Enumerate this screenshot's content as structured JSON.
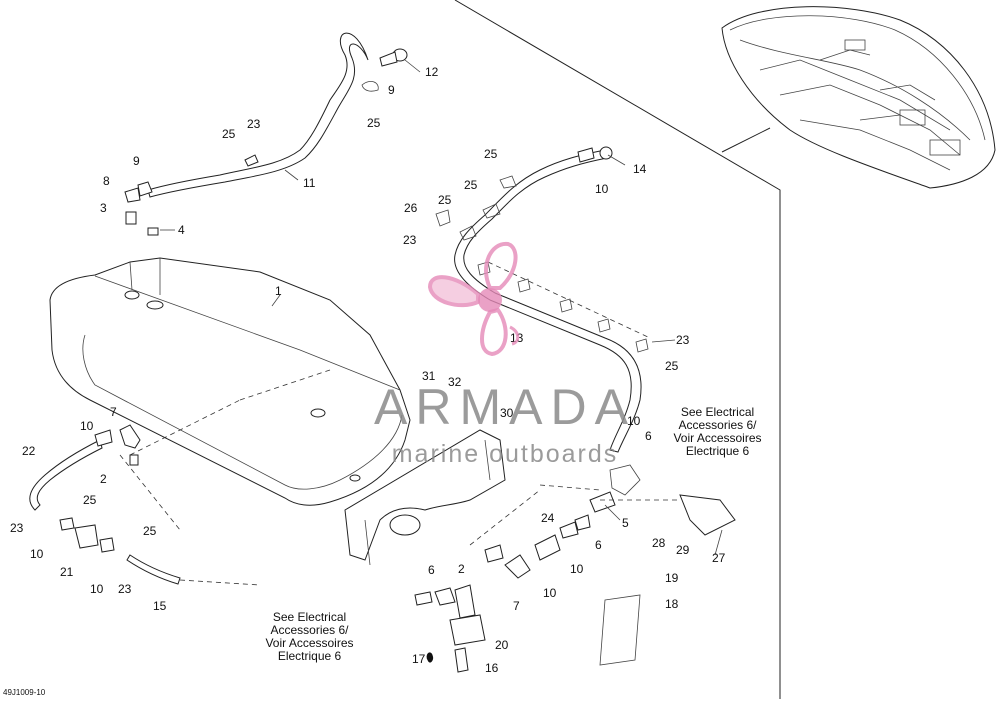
{
  "diagram": {
    "figure_code": "49J1009-10",
    "callouts": {
      "c1": "1",
      "c2a": "2",
      "c2b": "2",
      "c3": "3",
      "c4": "4",
      "c5": "5",
      "c6a": "6",
      "c6b": "6",
      "c6c": "6",
      "c7a": "7",
      "c7b": "7",
      "c8": "8",
      "c9a": "9",
      "c9b": "9",
      "c10a": "10",
      "c10b": "10",
      "c10c": "10",
      "c10d": "10",
      "c10e": "10",
      "c10f": "10",
      "c10g": "10",
      "c11": "11",
      "c12": "12",
      "c13": "13",
      "c14": "14",
      "c15": "15",
      "c16": "16",
      "c17": "17",
      "c18": "18",
      "c19": "19",
      "c20": "20",
      "c21": "21",
      "c22": "22",
      "c23a": "23",
      "c23b": "23",
      "c23c": "23",
      "c23d": "23",
      "c23e": "23",
      "c24": "24",
      "c25a": "25",
      "c25b": "25",
      "c25c": "25",
      "c25d": "25",
      "c25e": "25",
      "c25f": "25",
      "c25g": "25",
      "c25h": "25",
      "c26": "26",
      "c27": "27",
      "c28": "28",
      "c29": "29",
      "c30": "30",
      "c31": "31",
      "c32": "32"
    },
    "notes": {
      "right_line1": "See Electrical",
      "right_line2": "Accessories 6/",
      "right_line3": "Voir Accessoires",
      "right_line4": "Electrique 6",
      "bottom_line1": "See Electrical",
      "bottom_line2": "Accessories 6/",
      "bottom_line3": "Voir Accessoires",
      "bottom_line4": "Electrique 6"
    }
  },
  "watermark": {
    "title": "ARMADA",
    "subtitle": "marine outboards",
    "logo_color": "#e58ab8",
    "text_color": "#8a8a8a"
  }
}
